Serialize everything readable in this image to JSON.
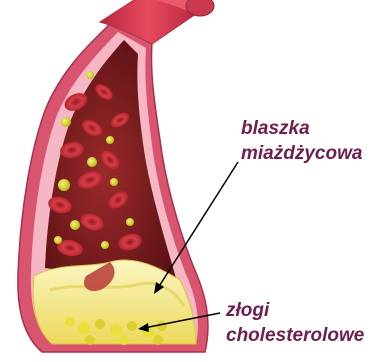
{
  "colors": {
    "vessel_wall_outer": "#d9556f",
    "vessel_wall_inner": "#f4b7c3",
    "lumen": "#7a1a1e",
    "red_blood_cell": "#c8323c",
    "cholesterol_globule": "#d4dc2a",
    "plaque": "#f5ed8a",
    "label_text": "#6e1f4e",
    "pointer_line": "#000000"
  },
  "labels": {
    "plaque_line1": "blaszka",
    "plaque_line2": "miażdżycowa",
    "cholesterol_line1": "złogi",
    "cholesterol_line2": "cholesterolowe"
  }
}
